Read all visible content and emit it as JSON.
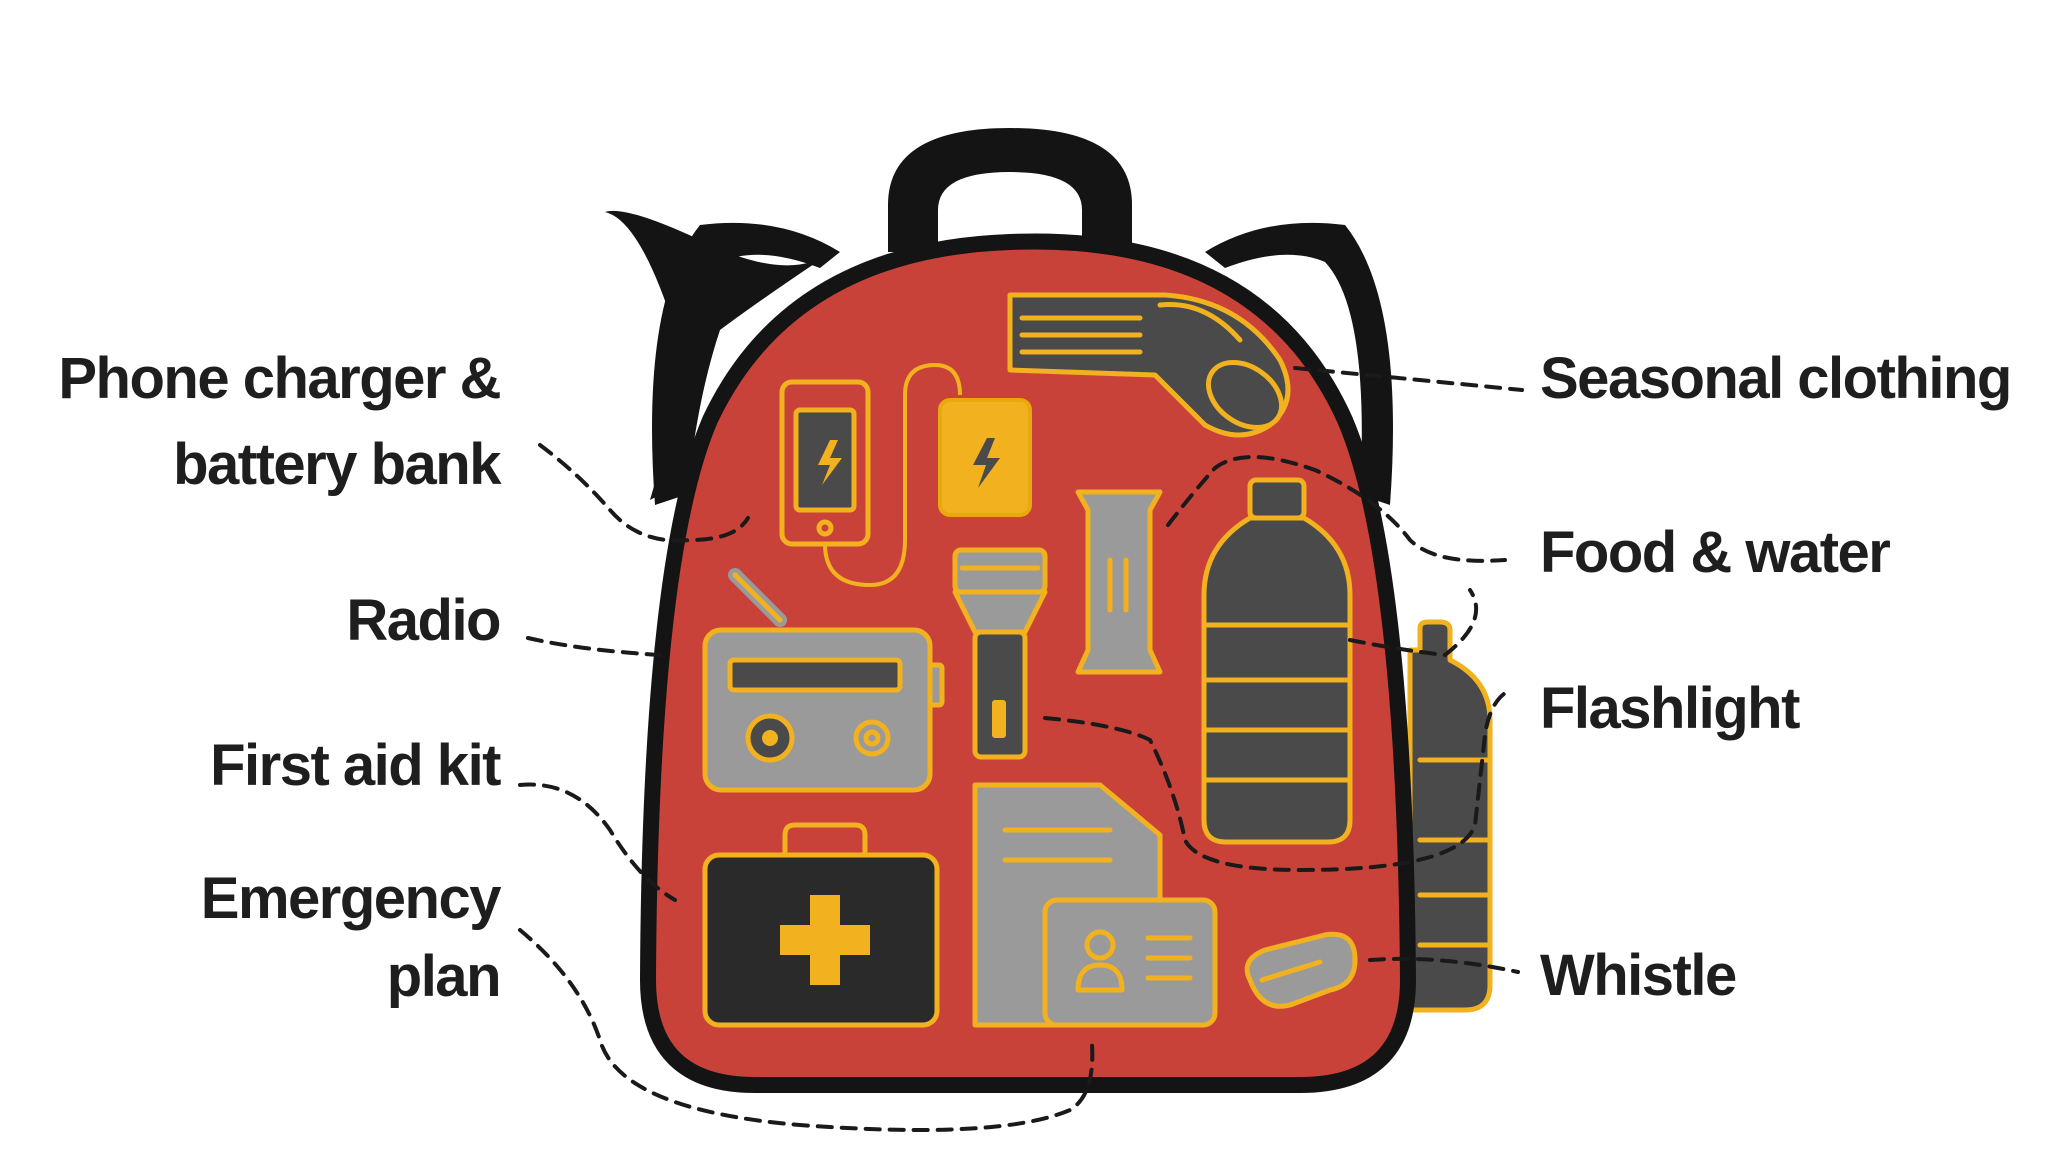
{
  "labels": {
    "phone_line1": "Phone charger &",
    "phone_line2": "battery bank",
    "radio": "Radio",
    "first_aid": "First aid kit",
    "emergency_line1": "Emergency",
    "emergency_line2": "plan",
    "seasonal": "Seasonal clothing",
    "food": "Food & water",
    "flashlight": "Flashlight",
    "whistle": "Whistle"
  },
  "colors": {
    "backpack_body": "#c9423a",
    "outline": "#141414",
    "item_outline": "#f2b21f",
    "item_fill": "#4a4a4a",
    "item_fill_light": "#9a9a9a",
    "battery_fill": "#f2b21f"
  }
}
